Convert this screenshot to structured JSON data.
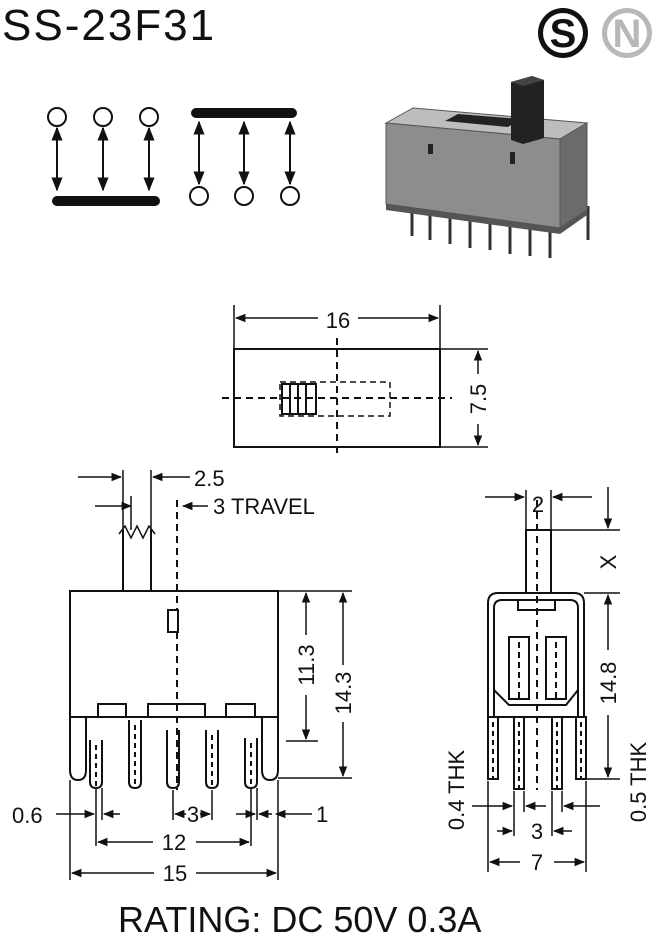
{
  "header": {
    "model": "SS-23F31",
    "logo_s": "S",
    "logo_n": "N"
  },
  "top_view": {
    "width_dim": "16",
    "height_dim": "7.5"
  },
  "front_view": {
    "actuator_width": "2.5",
    "travel": "3 TRAVEL",
    "body_height": "11.3",
    "overall_height": "14.3",
    "pin_thickness": "0.6",
    "pin_offset": "1",
    "pin_pitch": "3",
    "pin_span": "12",
    "body_width": "15"
  },
  "side_view": {
    "actuator_width": "2",
    "actuator_height": "X",
    "height": "14.8",
    "pin_thk_left": "0.4 THK",
    "pin_thk_right": "0.5 THK",
    "pin_pitch": "3",
    "width": "7"
  },
  "footer": {
    "rating": "RATING: DC 50V 0.3A"
  },
  "colors": {
    "ink": "#111111",
    "body_gray": "#8a8a8a",
    "logo_gray": "#b8b8b8"
  }
}
